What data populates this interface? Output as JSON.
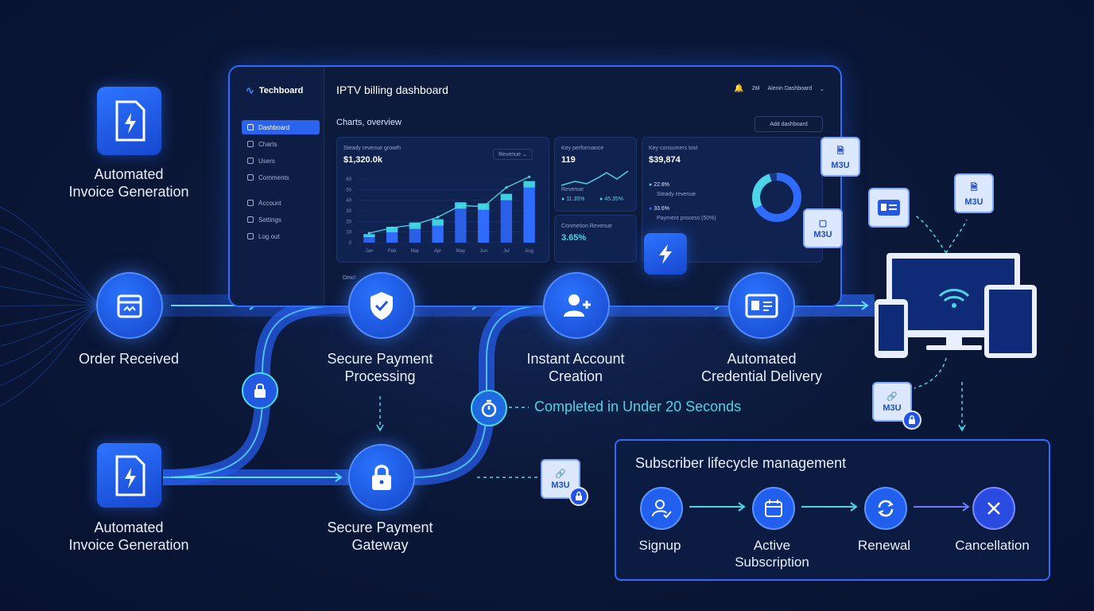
{
  "dashboard": {
    "brand": "Techboard",
    "title": "IPTV billing dashboard",
    "nav": [
      "Dashboard",
      "Charts",
      "Users",
      "Comments",
      "Account",
      "Settings",
      "Log out"
    ],
    "user_badge": "2M",
    "user_menu": "Alenin Dashboard",
    "section_title": "Charts, overview",
    "add_button": "Add dashboard",
    "revenue_card": {
      "label": "Steady revenue growth",
      "value": "$1,320.0k",
      "dropdown": "Revenue"
    },
    "kpi_card": {
      "label": "Key performance",
      "value": "119",
      "sub": "Revenue",
      "stat1": "11.35%",
      "stat2": "45.35%"
    },
    "conv_card": {
      "label": "Conmetion Revenue",
      "value": "3.65%"
    },
    "consumers_card": {
      "label": "Key consumers tost",
      "value": "$39,874",
      "stat1": "22.8%",
      "stat1_label": "Steady revenue",
      "stat2": "33.6%",
      "stat2_label": "Payment process (50%)"
    },
    "bottom_label": "Dmcl"
  },
  "chart_data": {
    "type": "bar",
    "title": "Steady revenue growth",
    "categories": [
      "Jan",
      "Feb",
      "Mar",
      "Apr",
      "May",
      "Jun",
      "Jul",
      "Aug"
    ],
    "y_ticks": [
      "0",
      "10",
      "20",
      "30",
      "40",
      "50",
      "60"
    ],
    "ylim": [
      0,
      60
    ],
    "values": [
      8,
      15,
      19,
      22,
      38,
      37,
      46,
      58
    ],
    "line_values": [
      9,
      14,
      17,
      24,
      35,
      34,
      52,
      62
    ]
  },
  "steps": {
    "invoice_top": "Automated\nInvoice Generation",
    "order": "Order Received",
    "payment": "Secure Payment\nProcessing",
    "account": "Instant Account\nCreation",
    "credential": "Automated\nCredential Delivery",
    "invoice_bottom": "Automated\nInvoice Generation",
    "gateway": "Secure Payment\nGateway"
  },
  "completed_text": "Completed in Under 20 Seconds",
  "m3u": "M3U",
  "lifecycle": {
    "title": "Subscriber lifecycle management",
    "steps": [
      "Signup",
      "Active\nSubscription",
      "Renewal",
      "Cancellation"
    ]
  },
  "colors": {
    "accent": "#2f6bff",
    "cyan": "#4ad6e6",
    "background": "#0a1530"
  }
}
